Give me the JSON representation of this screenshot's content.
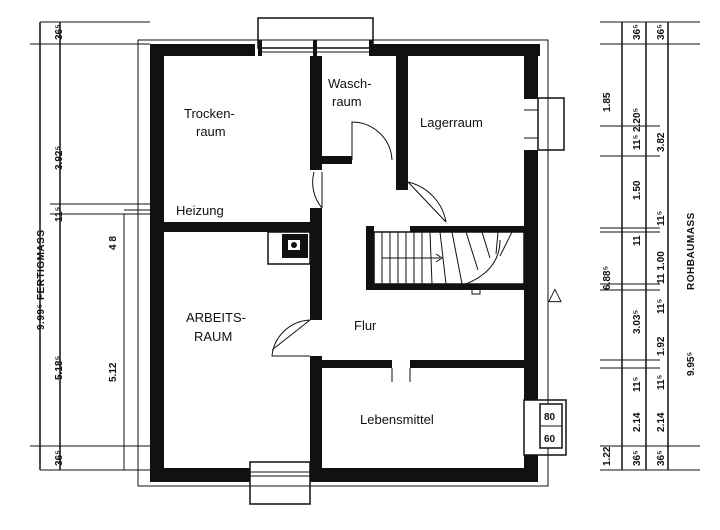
{
  "rooms": {
    "trockenraum_1": "Trocken-",
    "trockenraum_2": "raum",
    "waschraum_1": "Wasch-",
    "waschraum_2": "raum",
    "lagerraum": "Lagerraum",
    "heizung": "Heizung",
    "arbeitsraum_1": "ARBEITS-",
    "arbeitsraum_2": "RAUM",
    "flur": "Flur",
    "lebensmittel": "Lebensmittel"
  },
  "window_label": {
    "top": "80",
    "bottom": "60"
  },
  "left_dimensions": {
    "axis_label": "9.99⁵ FERTIGMASS",
    "top_wall": "36⁵",
    "upper_room": "3.92⁵",
    "wall_mid": "11⁵",
    "inner_48": "4 8",
    "lower_room": "5.18⁵",
    "inner_512": "5.12",
    "bottom_wall": "36⁵"
  },
  "right_dimensions": {
    "axis_label": "ROHBAUMASS",
    "total": "9.95⁵",
    "top_wall_a": "36⁵",
    "top_wall_b": "36⁵",
    "d_185": "1.85",
    "d_220": "11⁵ 2.20⁵",
    "d_382": "3.82",
    "d_150": "1.50",
    "d_115a": "11⁵",
    "d_688": "6.88⁵",
    "d_11a": "11",
    "d_100": "11 1.00",
    "d_303": "3.03⁵",
    "d_115b": "11⁵",
    "d_192": "1.92",
    "d_115c": "11⁵",
    "d_115d": "11⁵",
    "d_214a": "2.14",
    "d_214b": "2.14",
    "d_122": "1.22",
    "d_365a": "36⁵",
    "d_365b": "36⁵"
  },
  "symbols": {
    "stair_arrow": "△"
  }
}
